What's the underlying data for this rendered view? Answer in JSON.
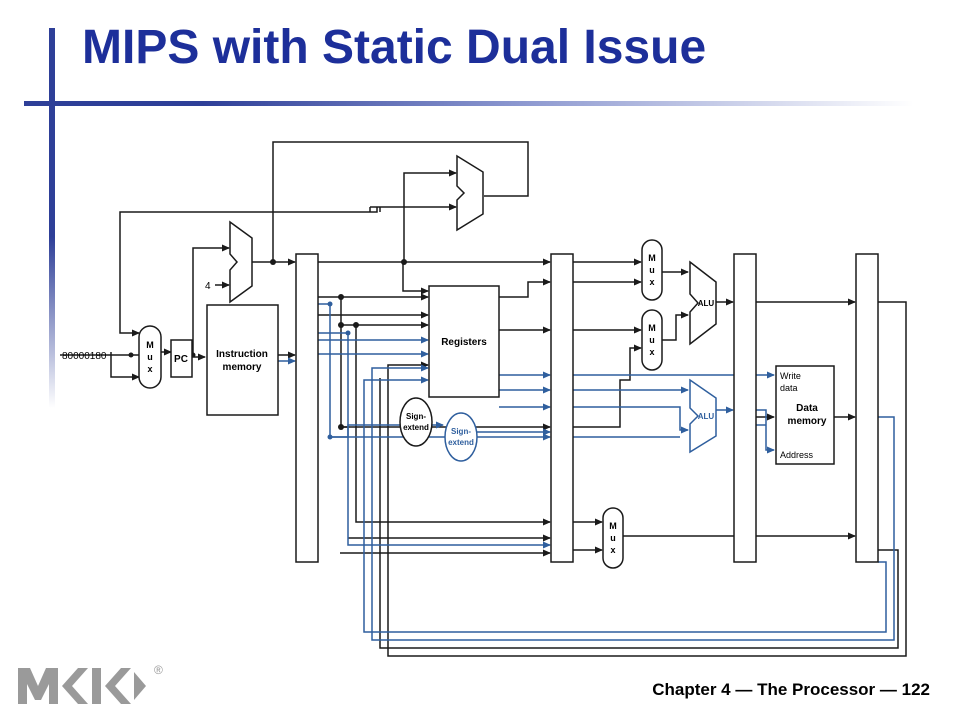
{
  "slide": {
    "title": "MIPS with Static Dual Issue",
    "footer": "Chapter 4 — The Processor — 122"
  },
  "diagram": {
    "labels": {
      "pc_const": "80000180",
      "four": "4",
      "mux_m": "M",
      "mux_u": "u",
      "mux_x": "x",
      "pc": "PC",
      "instr_mem_1": "Instruction",
      "instr_mem_2": "memory",
      "registers": "Registers",
      "sign_1": "Sign-",
      "sign_2": "extend",
      "alu": "ALU",
      "write_1": "Write",
      "write_2": "data",
      "data_mem_1": "Data",
      "data_mem_2": "memory",
      "address": "Address"
    },
    "colors": {
      "line": "#1a1a1a",
      "second_issue": "#2f5f9e",
      "title": "#1d2f9a",
      "accent_bar": "#2e3f98"
    }
  },
  "logo": {
    "registered": "®"
  }
}
